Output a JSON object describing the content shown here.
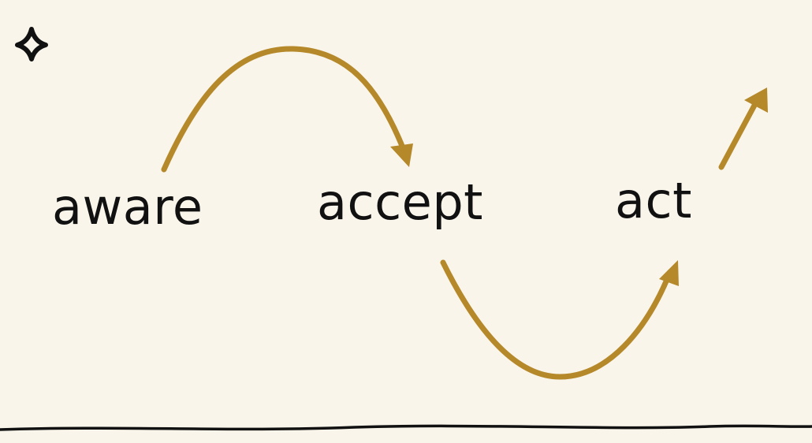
{
  "words": {
    "aware": "aware",
    "accept": "accept",
    "act": "act"
  },
  "colors": {
    "background": "#f9f5ea",
    "arrow": "#b5882a",
    "ink": "#111111"
  },
  "icons": {
    "corner": "sparkle-icon"
  }
}
